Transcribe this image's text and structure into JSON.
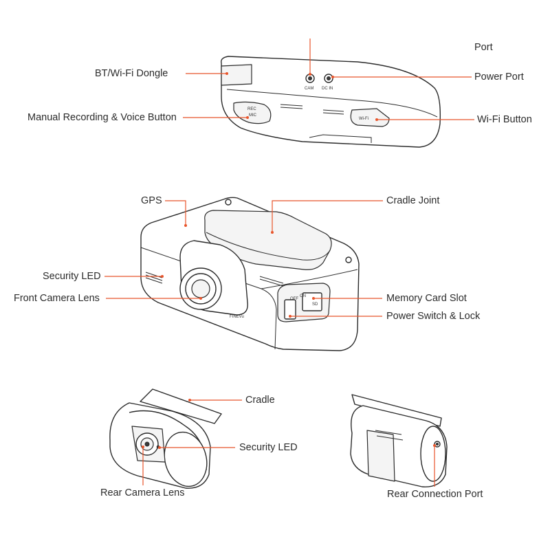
{
  "accent_color": "#e8542a",
  "labels": {
    "port": "Port",
    "bt_wifi_dongle": "BT/Wi-Fi Dongle",
    "power_port": "Power Port",
    "manual_recording": "Manual Recording & Voice Button",
    "wifi_button": "Wi-Fi Button",
    "gps": "GPS",
    "cradle_joint": "Cradle Joint",
    "security_led_front": "Security LED",
    "front_camera_lens": "Front Camera Lens",
    "memory_card_slot": "Memory Card Slot",
    "power_switch_lock": "Power Switch & Lock",
    "cradle": "Cradle",
    "security_led_rear": "Security LED",
    "rear_camera_lens": "Rear Camera Lens",
    "rear_connection_port": "Rear Connection Port"
  },
  "device_markings": {
    "cam": "CAM",
    "dc_in": "DC IN",
    "rec": "REC",
    "mic": "MIC",
    "wifi": "Wi-Fi",
    "off": "OFF",
    "on": "ON",
    "sd": "SD",
    "brand": "FINEVu"
  }
}
